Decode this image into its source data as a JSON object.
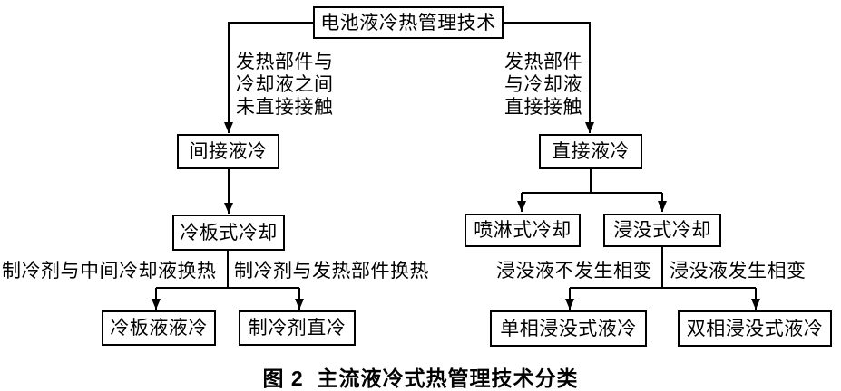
{
  "diagram": {
    "title": "电池液冷热管理技术",
    "nodes": {
      "root": "电池液冷热管理技术",
      "indirect": "间接液冷",
      "direct": "直接液冷",
      "cold_plate": "冷板式冷却",
      "spray": "喷淋式冷却",
      "immersion": "浸没式冷却",
      "cold_plate_liquid": "冷板液液冷",
      "refrigerant_direct": "制冷剂直冷",
      "single_phase_immersion": "单相浸没式液冷",
      "two_phase_immersion": "双相浸没式液冷"
    },
    "edge_labels": {
      "indirect_condition": "发热部件与\n冷却液之间\n未直接接触",
      "direct_condition": "发热部件\n与冷却液\n直接接触",
      "cold_plate_liquid_condition": "制冷剂与中间冷却液换热",
      "refrigerant_direct_condition": "制冷剂与发热部件换热",
      "single_phase_condition": "浸没液不发生相变",
      "two_phase_condition": "浸没液发生相变"
    },
    "colors": {
      "line": "#000000",
      "text": "#000000",
      "background": "#ffffff"
    }
  },
  "caption": "图 2  主流液冷式热管理技术分类"
}
